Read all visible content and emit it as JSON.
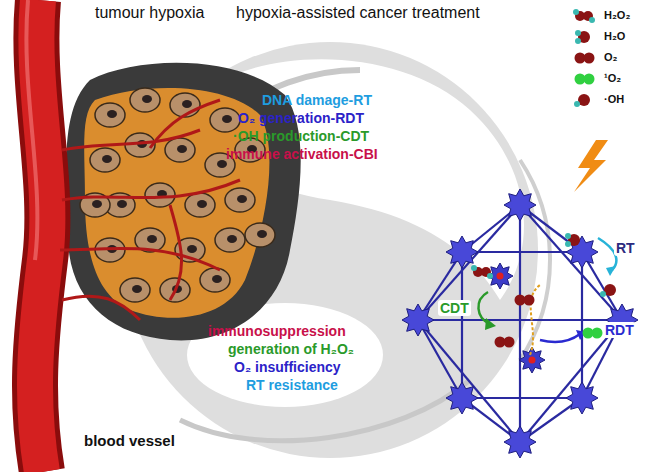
{
  "diagram": {
    "labels": [
      "tumour hypoxia",
      "hypoxia-assisted cancer treatment",
      "DNA damage-RT",
      "O₂ generation-RDT",
      "·OH production-CDT",
      "immune activation-CBI",
      "immunosuppression",
      "generation of H₂O₂",
      "O₂ insufficiency",
      "RT resistance",
      "blood vessel",
      "CDT",
      "RT",
      "RDT"
    ],
    "legend": [
      {
        "text": "H₂O₂"
      },
      {
        "text": "H₂O"
      },
      {
        "text": "O₂"
      },
      {
        "text": "¹O₂"
      },
      {
        "text": "·OH"
      }
    ]
  }
}
